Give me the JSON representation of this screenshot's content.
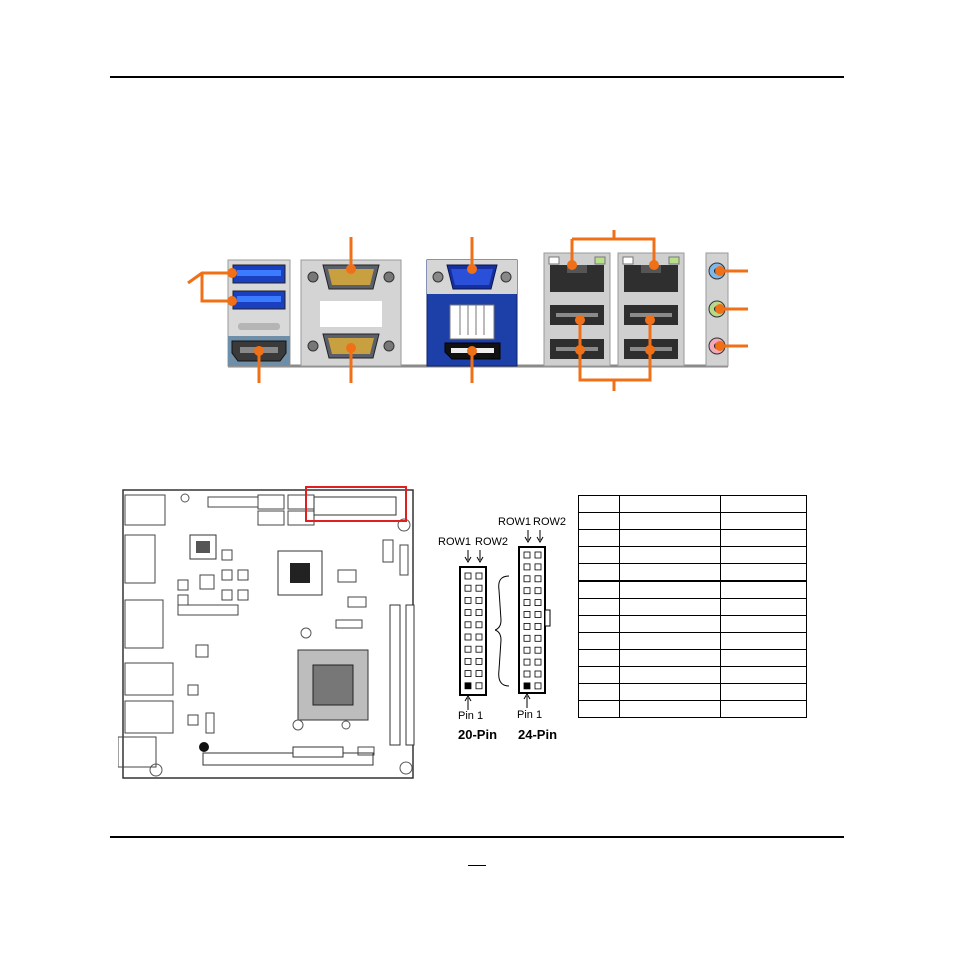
{
  "colors": {
    "callout": "#f07018",
    "panel": "#d7d7d7",
    "vga_blue": "#1c3fa8",
    "board_outline": "#333333",
    "highlight_box": "#e02020"
  },
  "connector_labels": {
    "row1": "ROW1",
    "row2": "ROW2",
    "pin1": "Pin 1",
    "pin20": "20-Pin",
    "pin24": "24-Pin"
  },
  "pin_table": {
    "row_count": 13
  },
  "icons": [
    "usb3-port-icon",
    "hdmi-port-icon",
    "serial-port-icon",
    "vga-port-icon",
    "displayport-icon",
    "rj45-port-icon",
    "usb-port-icon",
    "audio-jack-icon"
  ]
}
